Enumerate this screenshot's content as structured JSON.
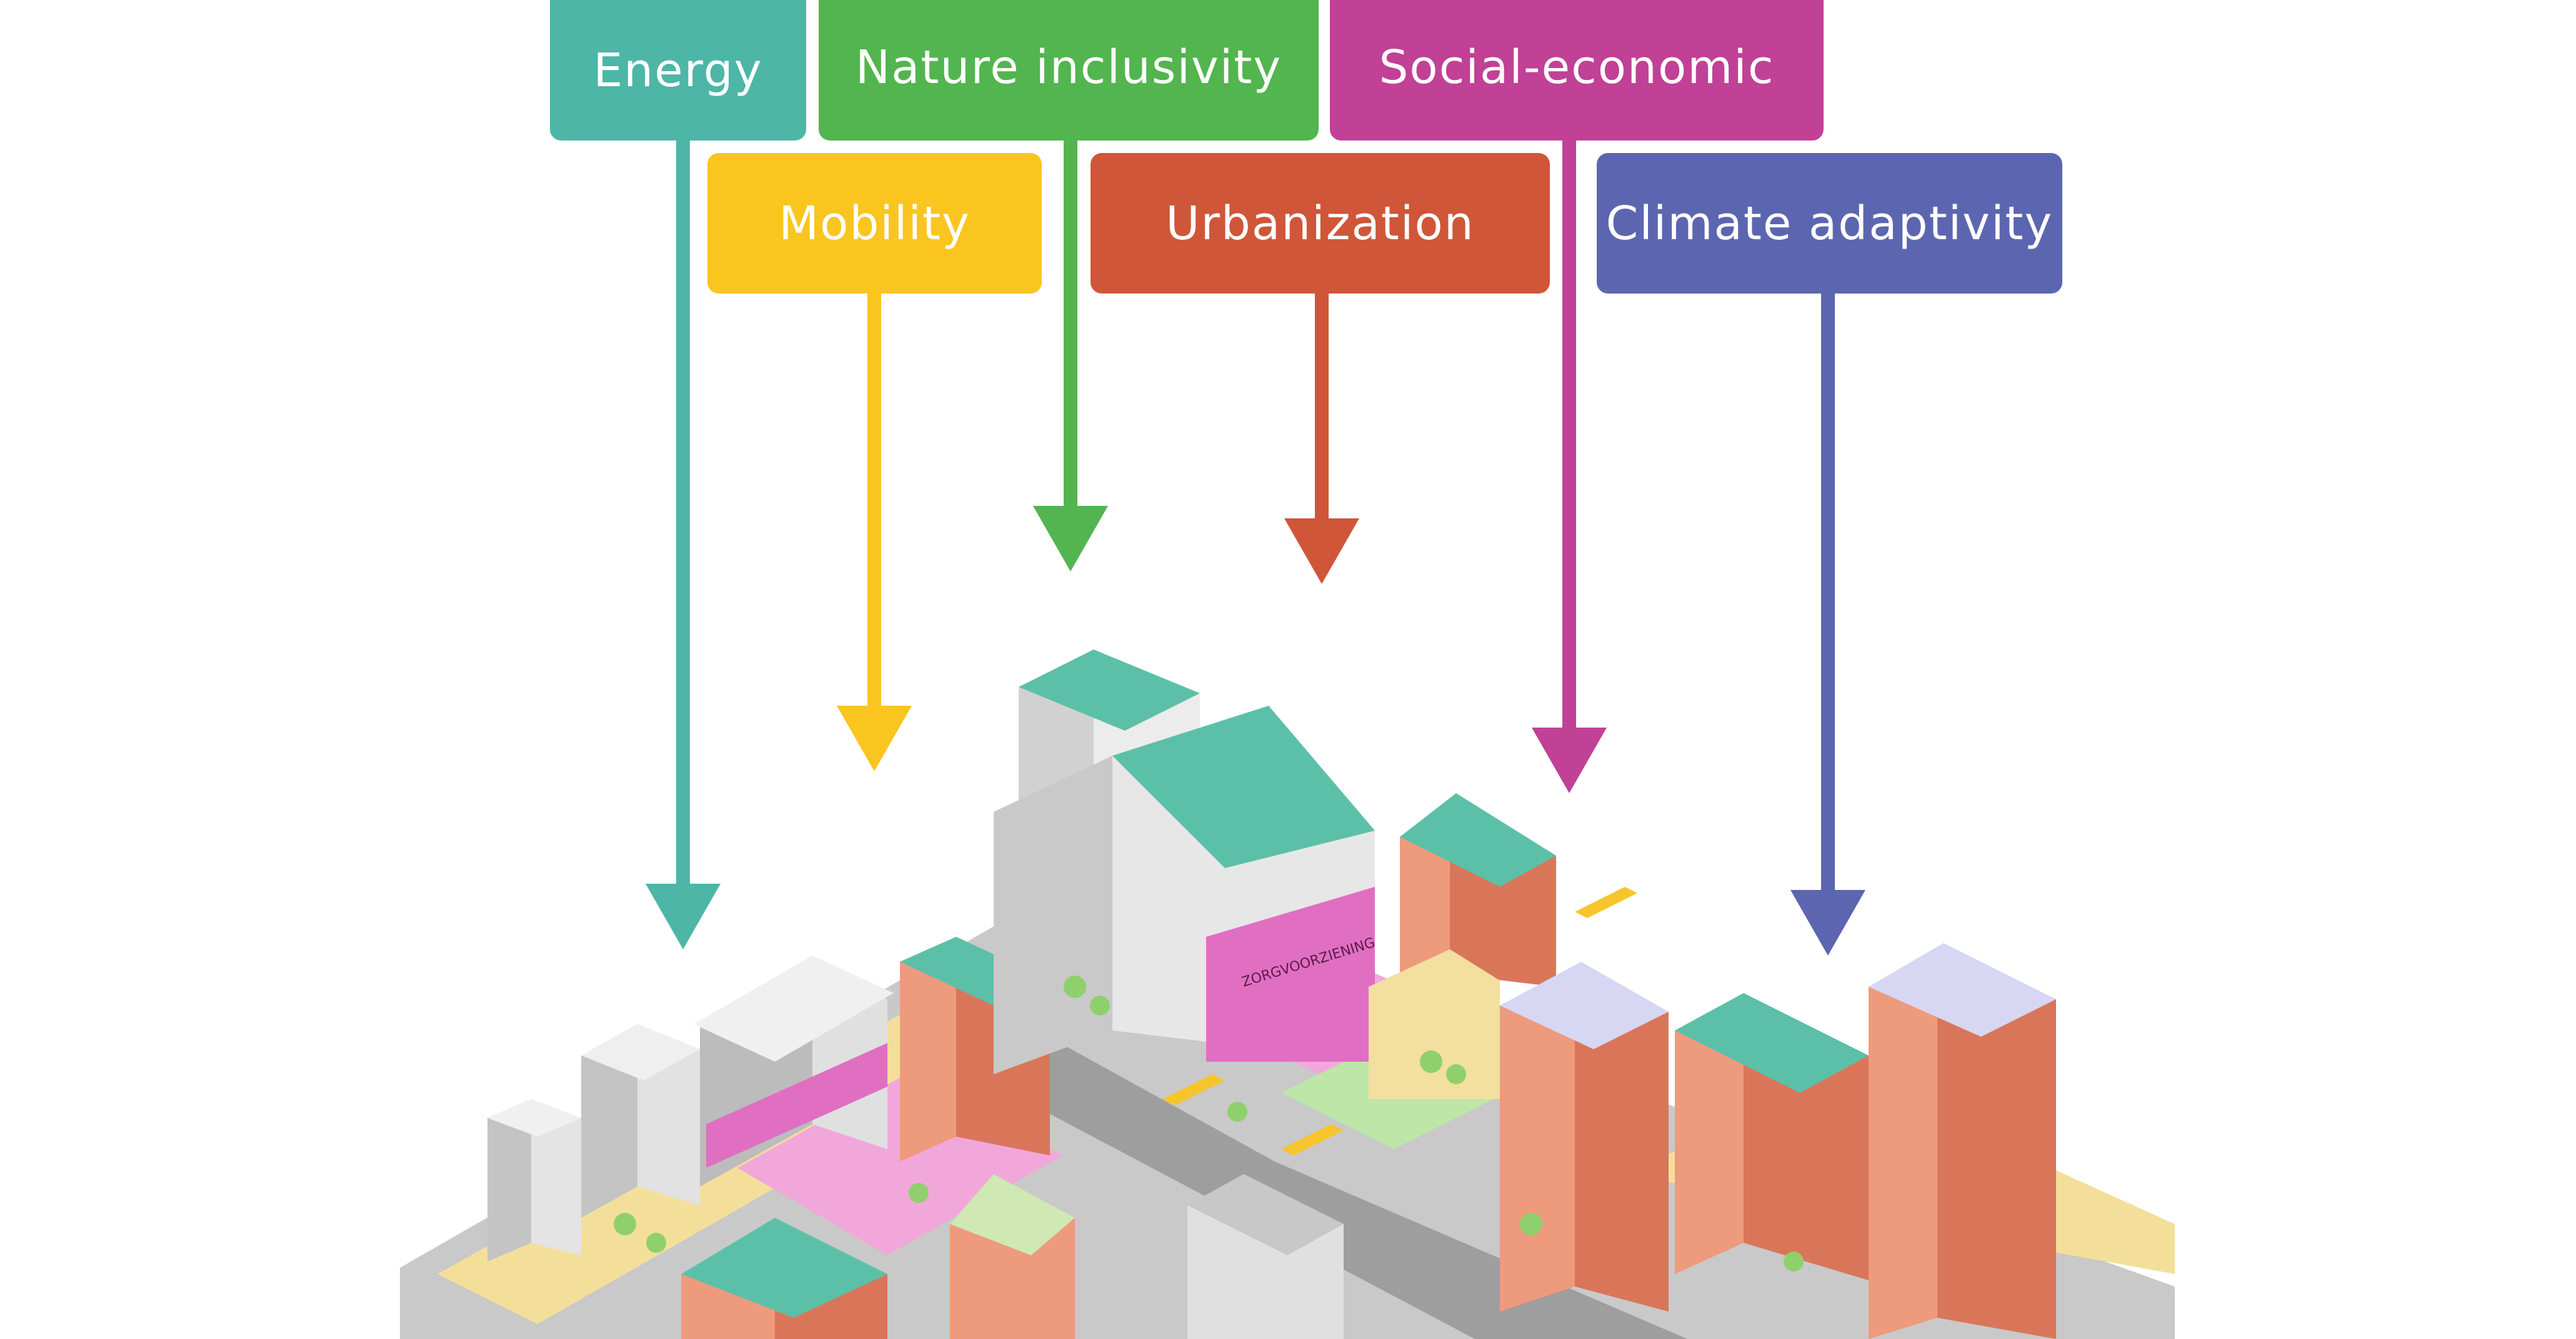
{
  "labels": {
    "energy": {
      "text": "Energy",
      "color": "#4db6a6"
    },
    "nature": {
      "text": "Nature inclusivity",
      "color": "#53b54f"
    },
    "social": {
      "text": "Social-economic",
      "color": "#c04196"
    },
    "mobility": {
      "text": "Mobility",
      "color": "#fbc520"
    },
    "urbanization": {
      "text": "Urbanization",
      "color": "#cf5639"
    },
    "climate": {
      "text": "Climate adaptivity",
      "color": "#5c66b0"
    }
  },
  "city": {
    "sign_zorg": "ZORGVOORZIENING",
    "colors": {
      "salmon": "#ee9a7d",
      "salmon_dark": "#d9765a",
      "grey": "#d6d6d6",
      "grey_dark": "#a9a9a9",
      "pink": "#e06fc1",
      "roof_green": "#5cc0a8",
      "roof_lilac": "#d7d7f3",
      "street": "#b9b9b9",
      "sidewalk": "#f4df9a",
      "plaza": "#f2a7db",
      "tree": "#8fd06c",
      "bus": "#f6c52c"
    }
  }
}
